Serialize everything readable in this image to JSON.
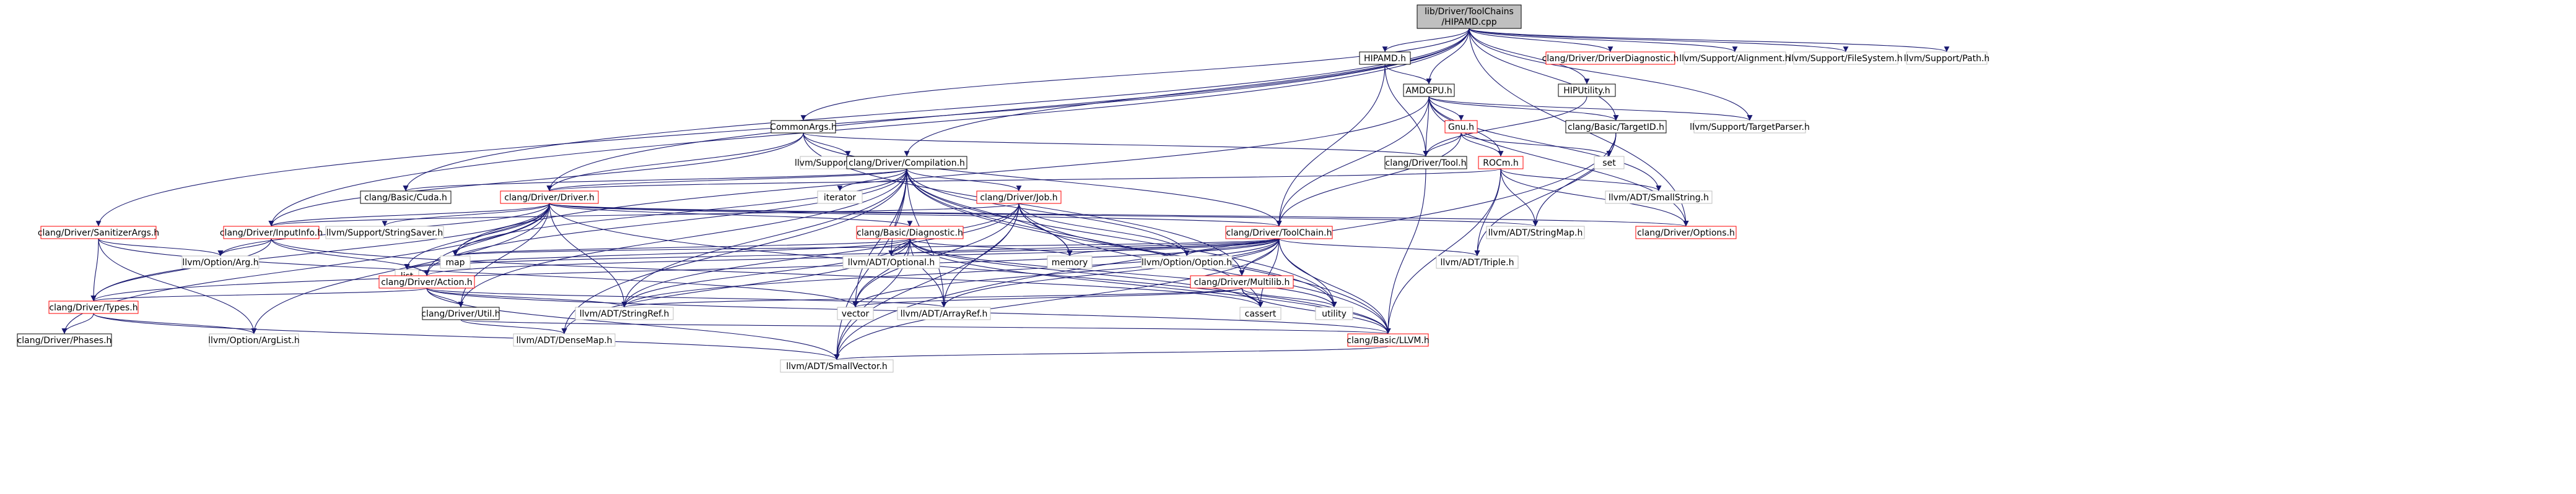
{
  "diagram": {
    "root": {
      "line1": "lib/Driver/ToolChains",
      "line2": "/HIPAMD.cpp"
    },
    "nodes": {
      "hipamd_h": "HIPAMD.h",
      "clang_driver_diagnostic_h": "clang/Driver/DriverDiagnostic.h",
      "alignment_h": "llvm/Support/Alignment.h",
      "filesystem_h": "llvm/Support/FileSystem.h",
      "path_h": "llvm/Support/Path.h",
      "amdgpu_h": "AMDGPU.h",
      "hiputility_h": "HIPUtility.h",
      "commonargs_h": "CommonArgs.h",
      "gnu_h": "Gnu.h",
      "targetid_h": "clang/Basic/TargetID.h",
      "targetparser_h": "llvm/Support/TargetParser.h",
      "codegen_h": "llvm/Support/CodeGen.h",
      "compilation_h": "clang/Driver/Compilation.h",
      "tool_h": "clang/Driver/Tool.h",
      "set": "set",
      "rocm_h": "ROCm.h",
      "cuda_h": "clang/Basic/Cuda.h",
      "driver_h": "clang/Driver/Driver.h",
      "iterator": "iterator",
      "job_h": "clang/Driver/Job.h",
      "smallstring_h": "llvm/ADT/SmallString.h",
      "sanitizerargs_h": "clang/Driver/SanitizerArgs.h",
      "inputinfo_h": "clang/Driver/InputInfo.h",
      "stringsaver_h": "llvm/Support/StringSaver.h",
      "diagnostic_h": "clang/Basic/Diagnostic.h",
      "toolchain_h": "clang/Driver/ToolChain.h",
      "stringmap_h": "llvm/ADT/StringMap.h",
      "options_h": "clang/Driver/Options.h",
      "option_arg_h": "llvm/Option/Arg.h",
      "map": "map",
      "list": "list",
      "optional_h": "llvm/ADT/Optional.h",
      "memory": "memory",
      "option_option_h": "llvm/Option/Option.h",
      "triple_h": "llvm/ADT/Triple.h",
      "action_h": "clang/Driver/Action.h",
      "multilib_h": "clang/Driver/Multilib.h",
      "types_h": "clang/Driver/Types.h",
      "util_h": "clang/Driver/Util.h",
      "stringref_h": "llvm/ADT/StringRef.h",
      "vector": "vector",
      "arrayref_h": "llvm/ADT/ArrayRef.h",
      "cassert": "cassert",
      "utility": "utility",
      "phases_h": "clang/Driver/Phases.h",
      "arglist_h": "llvm/Option/ArgList.h",
      "densemap_h": "llvm/ADT/DenseMap.h",
      "llvm_h": "clang/Basic/LLVM.h",
      "smallvector_h": "llvm/ADT/SmallVector.h"
    },
    "colors": {
      "edge": "#191970",
      "border_documented": "#000000",
      "border_truncated": "#ff0000",
      "border_external": "#bfbfbf",
      "root_fill": "#bfbfbf"
    }
  }
}
